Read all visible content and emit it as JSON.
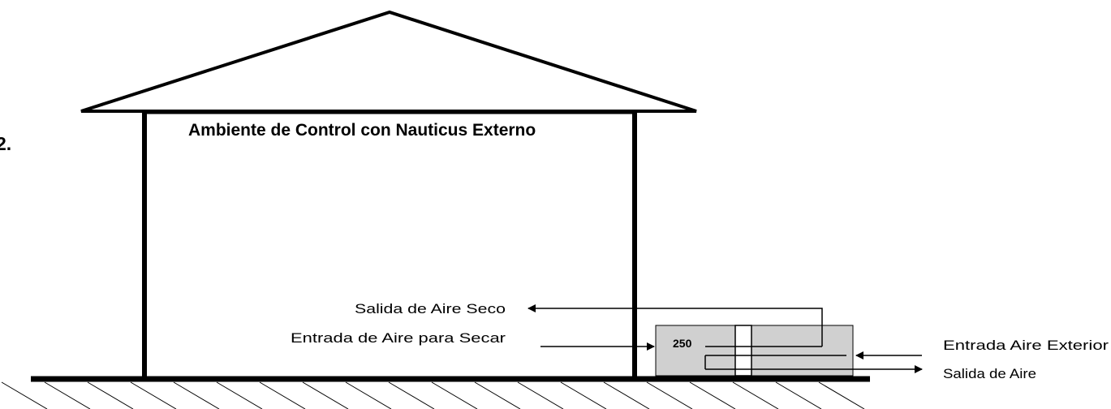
{
  "figure_number": "2.",
  "house": {
    "title": "Ambiente de Control con Nauticus Externo"
  },
  "unit": {
    "model": "250",
    "box_color": "#d0d0d0"
  },
  "labels": {
    "dry_air_out": "Salida de Aire Seco",
    "air_in_to_dry": "Entrada de Aire para Secar",
    "outside_air_in": "Entrada Aire Exterior",
    "air_out": "Salida de Aire"
  }
}
